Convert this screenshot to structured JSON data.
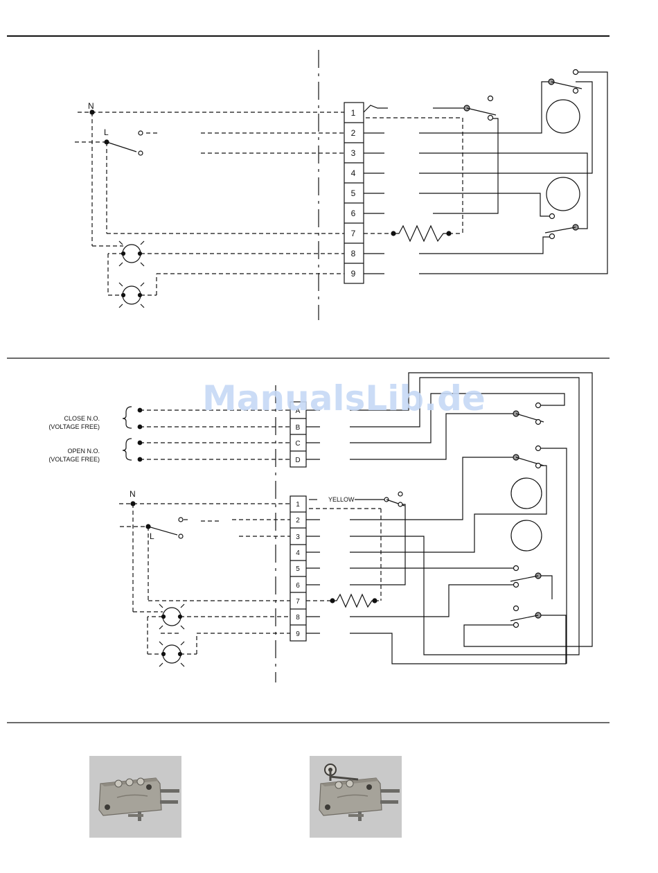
{
  "watermark": "ManualsLib.de",
  "diagram_top": {
    "neutral_label": "N",
    "live_label": "L",
    "terminals": [
      "1",
      "2",
      "3",
      "4",
      "5",
      "6",
      "7",
      "8",
      "9"
    ]
  },
  "diagram_bottom": {
    "neutral_label": "N",
    "live_label": "L",
    "close_label": "CLOSE N.O.",
    "close_sub": "(VOLTAGE FREE)",
    "open_label": "OPEN N.O.",
    "open_sub": "(VOLTAGE FREE)",
    "aux_terminals": [
      "A",
      "B",
      "C",
      "D"
    ],
    "terminals": [
      "1",
      "2",
      "3",
      "4",
      "5",
      "6",
      "7",
      "8",
      "9"
    ],
    "yellow_label": "YELLOW"
  },
  "photos": [
    {
      "name": "microswitch-photo"
    },
    {
      "name": "microswitch-roller-photo"
    }
  ],
  "colors": {
    "line": "#111111",
    "dashed": "#222222",
    "photo_bg": "#c9c9c9",
    "watermark": "#c6d9f6"
  }
}
